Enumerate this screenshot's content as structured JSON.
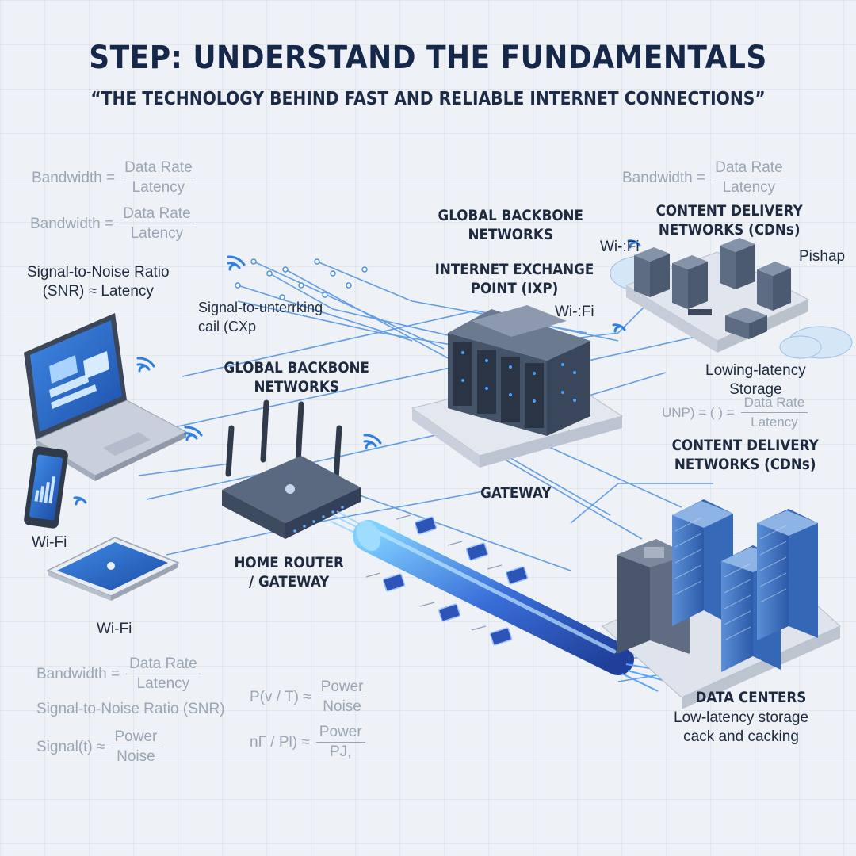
{
  "title": "STEP: UNDERSTAND THE FUNDAMENTALS",
  "subtitle": "“THE TECHNOLOGY BEHIND FAST AND RELIABLE INTERNET CONNECTIONS”",
  "formulas": {
    "f1": {
      "left": "Bandwidth =",
      "num": "Data Rate",
      "den": "Latency"
    },
    "f2": {
      "left": "Bandwidth =",
      "num": "Data Rate",
      "den": "Latency"
    },
    "f3": {
      "left": "Bandwidth =",
      "num": "Data Rate",
      "den": "Latency"
    },
    "f4": {
      "left": "UNP) = (   ) =",
      "num": "Data Rate",
      "den": "Latency"
    },
    "f5": {
      "left": "Bandwidth =",
      "num": "Data Rate",
      "den": "Latency"
    },
    "f6": {
      "left": "Signal-to-Noise Ratio (SNR)"
    },
    "f7": {
      "left": "Signal(t) ≈",
      "num": "Power",
      "den": "Noise"
    },
    "f8": {
      "left": "P(v / T) ≈",
      "num": "Power",
      "den": "Noise"
    },
    "f9": {
      "left": "nΓ / Pl) ≈",
      "num": "Power",
      "den": "PJ,"
    }
  },
  "labels": {
    "snr_latency": "Signal-to-Noise Ratio\n(SNR) ≈ Latency",
    "signal_cxp": "Signal-to-unterrking\ncail (CXp",
    "global_backbone_top": "GLOBAL BACKBONE\nNETWORKS",
    "ixp": "INTERNET EXCHANGE\nPOINT (IXP)",
    "wifi_ixp": "Wi-:Fi",
    "cdn_top": "CONTENT DELIVERY\nNETWORKS (CDNs)",
    "wifi_cdn": "Wi-:Fi",
    "pishap": "Pishap",
    "global_backbone_mid": "GLOBAL BACKBONE\nNETWORKS",
    "lowing_latency": "Lowing-latency\nStorage",
    "cdn_mid": "CONTENT DELIVERY\nNETWORKS (CDNs)",
    "gateway": "GATEWAY",
    "wifi_phone": "Wi-Fi",
    "home_router": "HOME ROUTER\n/ GATEWAY",
    "wifi_tablet": "Wi-Fi",
    "data_centers": "DATA CENTERS",
    "dc_caption": "Low-latency storage\ncack and cacking"
  },
  "colors": {
    "title": "#16284a",
    "accent_blue": "#2f7fe0",
    "cable_blue": "#3a6fd8",
    "line_blue": "#4a90e2",
    "server_dark": "#3c4a60",
    "background": "#eef1f6"
  },
  "icons": [
    "laptop-icon",
    "smartphone-icon",
    "tablet-icon",
    "router-icon",
    "server-rack-icon",
    "cloud-icon",
    "building-icon",
    "fiber-cable-icon",
    "data-packet-icon",
    "wifi-icon"
  ]
}
